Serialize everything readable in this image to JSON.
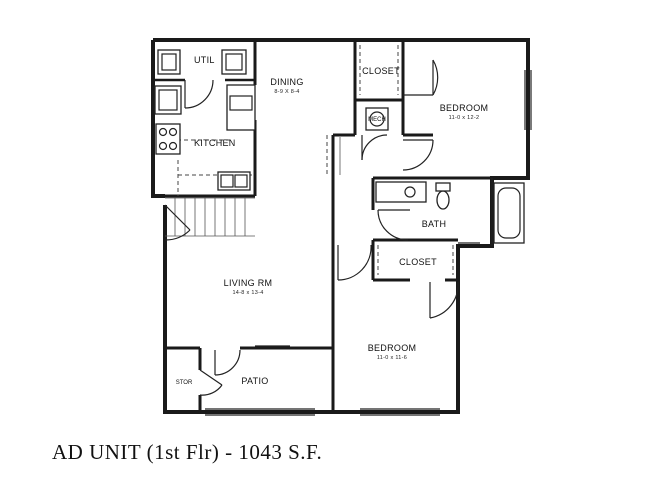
{
  "caption": "AD UNIT (1st Flr) - 1043 S.F.",
  "rooms": {
    "util": {
      "label": "UTIL"
    },
    "kitchen": {
      "label": "KITCHEN"
    },
    "dining": {
      "label": "DINING",
      "dims": "8-9 X 8-4"
    },
    "closet_top": {
      "label": "CLOSET"
    },
    "bedroom_top": {
      "label": "BEDROOM",
      "dims": "11-0 x 12-2"
    },
    "mech": {
      "label": "MECH"
    },
    "bath": {
      "label": "BATH"
    },
    "closet_mid": {
      "label": "CLOSET"
    },
    "living": {
      "label": "LIVING RM",
      "dims": "14-8 x 13-4"
    },
    "bedroom_bottom": {
      "label": "BEDROOM",
      "dims": "11-0 x 11-6"
    },
    "stor": {
      "label": "STOR"
    },
    "patio": {
      "label": "PATIO"
    }
  }
}
